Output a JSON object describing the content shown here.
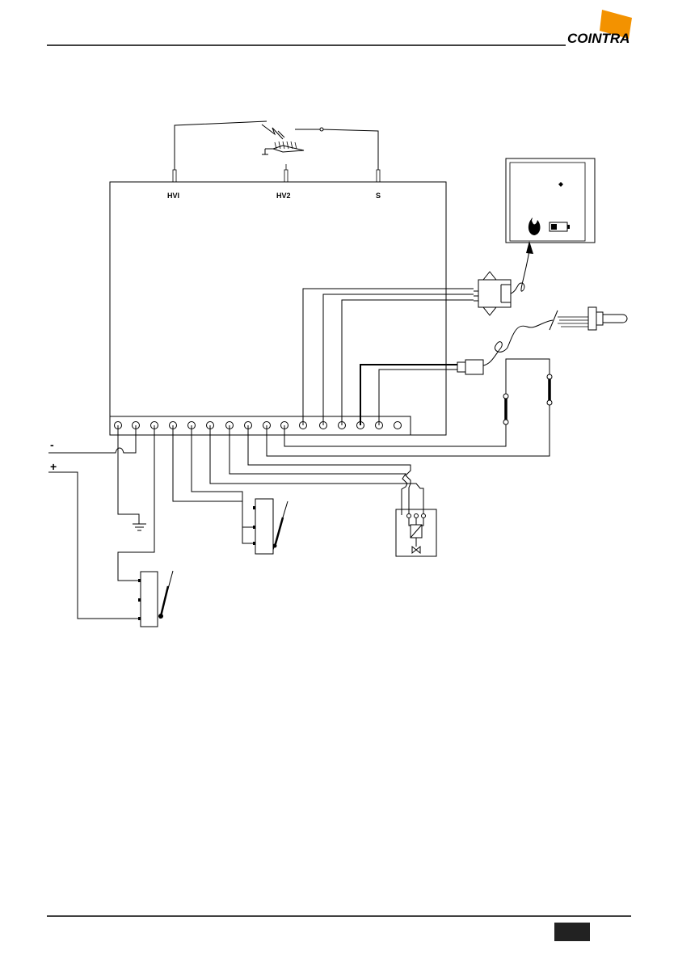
{
  "header": {
    "brand": "COINTRA",
    "brand_color": "#f39200"
  },
  "board": {
    "labels": {
      "hv1": "HVI",
      "hv2": "HV2",
      "s": "S"
    }
  },
  "power": {
    "minus": "-",
    "plus": "+"
  },
  "icons": [
    "flame-icon",
    "battery-icon",
    "ground-icon",
    "solenoid-valve-icon",
    "micro-switch-icon",
    "sensor-probe-icon",
    "spark-electrode-icon"
  ],
  "footer": {
    "page_box_color": "#222222"
  }
}
